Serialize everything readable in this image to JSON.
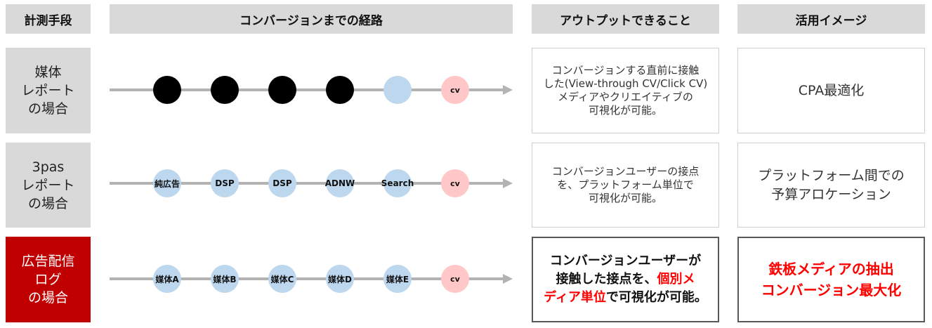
{
  "headers": {
    "method": "計測手段",
    "path": "コンバージョンまでの経路",
    "output": "アウトプットできること",
    "usage": "活用イメージ"
  },
  "rows": [
    {
      "label": "媒体\nレポート\nの場合",
      "highlighted": false,
      "nodes": [
        {
          "label": "",
          "style": "black"
        },
        {
          "label": "",
          "style": "black"
        },
        {
          "label": "",
          "style": "black"
        },
        {
          "label": "",
          "style": "black"
        },
        {
          "label": "",
          "style": "blue"
        },
        {
          "label": "cv",
          "style": "pink"
        }
      ],
      "output": "コンバージョンする直前に接触\nした(View-through CV/Click CV)\nメディアやクリエイティブの\n可視化が可能。",
      "usage": "CPA最適化"
    },
    {
      "label": "3pas\nレポート\nの場合",
      "highlighted": false,
      "nodes": [
        {
          "label": "純広告",
          "style": "blue"
        },
        {
          "label": "DSP",
          "style": "blue"
        },
        {
          "label": "DSP",
          "style": "blue"
        },
        {
          "label": "ADNW",
          "style": "blue"
        },
        {
          "label": "Search",
          "style": "blue"
        },
        {
          "label": "cv",
          "style": "pink"
        }
      ],
      "output": "コンバージョンユーザーの接点\nを、プラットフォーム単位で\n可視化が可能。",
      "usage": "プラットフォーム間での\n予算アロケーション"
    },
    {
      "label": "広告配信\nログ\nの場合",
      "highlighted": true,
      "nodes": [
        {
          "label": "媒体A",
          "style": "blue"
        },
        {
          "label": "媒体B",
          "style": "blue"
        },
        {
          "label": "媒体C",
          "style": "blue"
        },
        {
          "label": "媒体D",
          "style": "blue"
        },
        {
          "label": "媒体E",
          "style": "blue"
        },
        {
          "label": "cv",
          "style": "pink"
        }
      ],
      "output_parts": {
        "pre": "コンバージョンユーザーが\n接触した接点を、",
        "emph": "個別メ\nディア単位",
        "post": "で可視化が可能。"
      },
      "usage": "鉄板メディアの抽出\nコンバージョン最大化"
    }
  ],
  "colors": {
    "header_bg": "#d9d9d9",
    "highlight_red": "#c00000",
    "emphasis_red": "#ff0000",
    "node_black": "#000000",
    "node_blue": "#bdd7ee",
    "node_pink": "#ffc7c7",
    "arrow_gray": "#b3b3b3"
  }
}
